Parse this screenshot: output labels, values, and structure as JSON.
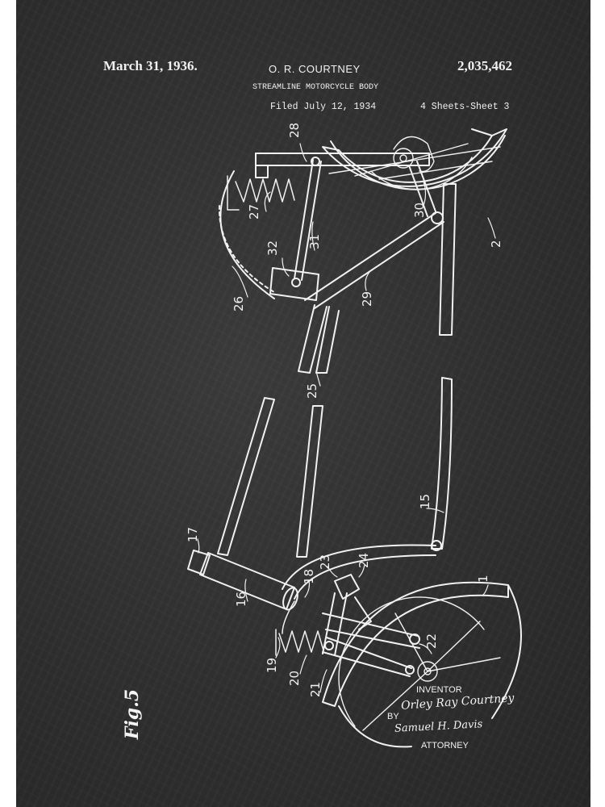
{
  "header": {
    "date": "March 31, 1936.",
    "inventor": "O. R. COURTNEY",
    "patent_number": "2,035,462",
    "title": "STREAMLINE MOTORCYCLE BODY",
    "filed": "Filed July 12, 1934",
    "sheets": "4 Sheets-Sheet 3"
  },
  "figure": {
    "label": "Fig.5"
  },
  "reference_numerals": [
    "28",
    "27",
    "32",
    "31",
    "26",
    "30",
    "2",
    "29",
    "25",
    "15",
    "17",
    "16",
    "18",
    "23",
    "24",
    "1",
    "19",
    "20",
    "21",
    "22"
  ],
  "signature_block": {
    "inventor_label": "INVENTOR",
    "inventor_signature": "Orley Ray Courtney",
    "by_label": "BY",
    "attorney_signature": "Samuel H. Davis",
    "attorney_label": "ATTORNEY"
  },
  "colors": {
    "board": "#2e2e2e",
    "chalk": "#f1f1f1"
  }
}
